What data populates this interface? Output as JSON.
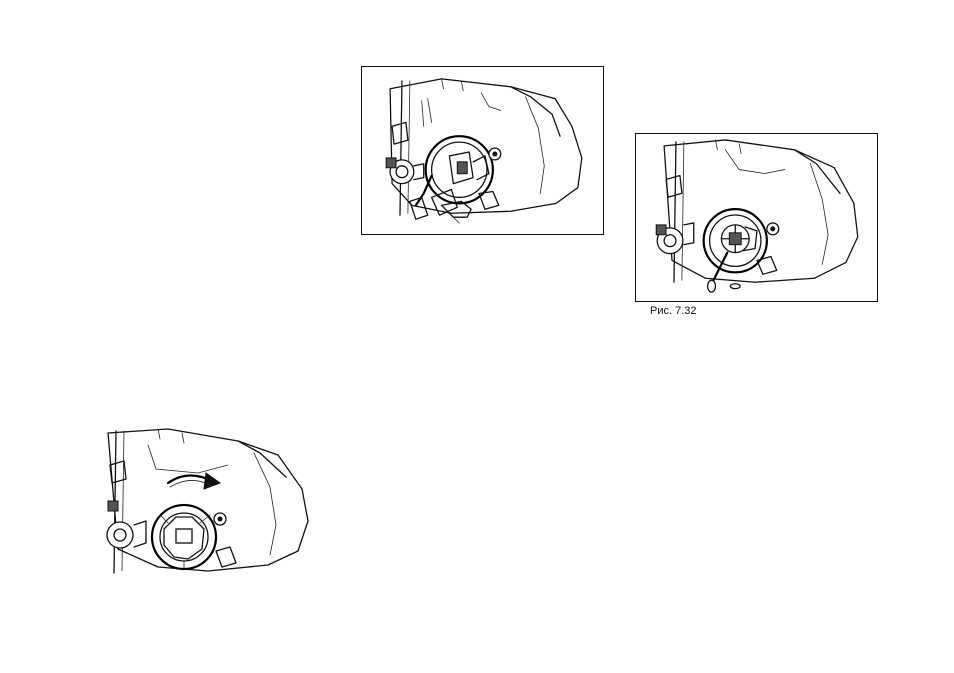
{
  "figures": {
    "top_middle": {
      "icon": "headlamp-bulb-removal-illustration"
    },
    "top_right": {
      "icon": "headlamp-bulb-socket-illustration"
    },
    "bottom_left": {
      "icon": "headlamp-cover-rotation-illustration"
    }
  },
  "caption": {
    "text": "Рис. 7.32"
  },
  "colors": {
    "ink": "#111111",
    "paper": "#ffffff"
  }
}
